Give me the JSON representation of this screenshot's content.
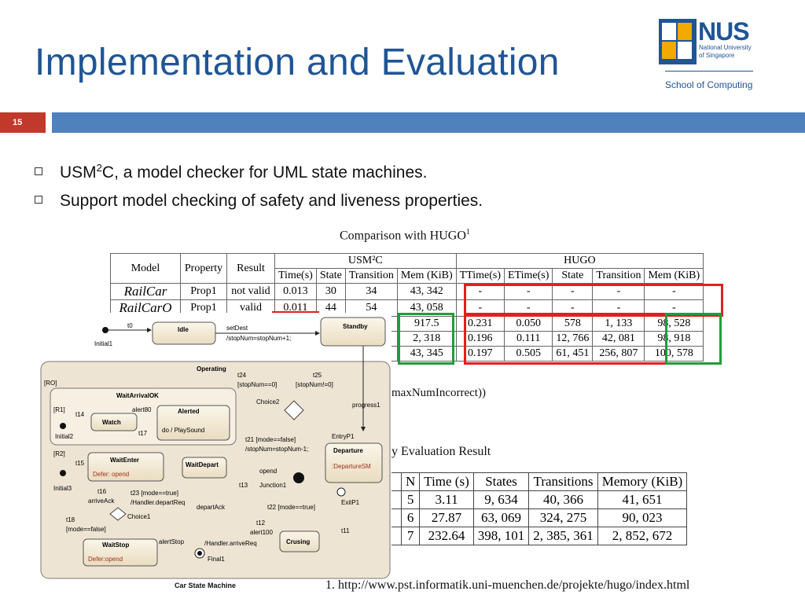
{
  "slide": {
    "title": "Implementation and Evaluation",
    "number": "15",
    "logo": {
      "name": "NUS",
      "subtitle_line1": "National University",
      "subtitle_line2": "of Singapore",
      "school": "School of Computing"
    }
  },
  "bullets": [
    {
      "pre": "USM",
      "sup": "2",
      "post": "C, a model checker for UML state machines."
    },
    {
      "pre": "Support model checking of safety and liveness properties.",
      "sup": "",
      "post": ""
    }
  ],
  "comparison": {
    "caption": "Comparison with HUGO",
    "caption_sup": "1",
    "group_usm": "USM²C",
    "group_hugo": "HUGO",
    "col_model": "Model",
    "col_property": "Property",
    "col_result": "Result",
    "usm_cols": [
      "Time(s)",
      "State",
      "Transition",
      "Mem (KiB)"
    ],
    "hugo_cols": [
      "TTime(s)",
      "ETime(s)",
      "State",
      "Transition",
      "Mem (KiB)"
    ],
    "rows": [
      {
        "model": "RailCar",
        "property": "Prop1",
        "result": "not valid",
        "usm": [
          "0.013",
          "30",
          "34",
          "43, 342"
        ],
        "hugo": [
          "-",
          "-",
          "-",
          "-",
          "-"
        ]
      },
      {
        "model": "RailCarO",
        "property": "Prop1",
        "result": "valid",
        "usm": [
          "0.011",
          "44",
          "54",
          "43, 058"
        ],
        "hugo": [
          "-",
          "-",
          "-",
          "-",
          "-"
        ]
      },
      {
        "model": "",
        "property": "",
        "result": "",
        "usm": [
          "",
          "",
          "",
          "917.5"
        ],
        "hugo": [
          "0.231",
          "0.050",
          "578",
          "1, 133",
          "98, 528"
        ]
      },
      {
        "model": "",
        "property": "",
        "result": "",
        "usm": [
          "",
          "",
          "",
          "2, 318"
        ],
        "hugo": [
          "0.196",
          "0.111",
          "12, 766",
          "42, 081",
          "98, 918"
        ]
      },
      {
        "model": "",
        "property": "",
        "result": "",
        "usm": [
          "",
          "",
          "",
          "43, 345"
        ],
        "hugo": [
          "0.197",
          "0.505",
          "61, 451",
          "256, 807",
          "100, 578"
        ]
      }
    ]
  },
  "property_fragment": "maxNumIncorrect))",
  "eval_caption": "y Evaluation Result",
  "evaluation": {
    "header_fragment": ")",
    "columns": [
      "N",
      "Time (s)",
      "States",
      "Transitions",
      "Memory (KiB)"
    ],
    "rows": [
      [
        "5",
        "3.11",
        "9, 634",
        "40, 366",
        "41, 651"
      ],
      [
        "6",
        "27.87",
        "63, 069",
        "324, 275",
        "90, 023"
      ],
      [
        "7",
        "232.64",
        "398, 101",
        "2, 385, 361",
        "2, 852, 672"
      ]
    ]
  },
  "diagram": {
    "caption": "Car State Machine",
    "states": {
      "idle": "Idle",
      "standby": "Standby",
      "operating": "Operating",
      "wait_arrival_ok": "WaitArrivalOK",
      "watch": "Watch",
      "alerted": "Alerted",
      "alerted_do": "do / PlaySound",
      "wait_enter": "WaitEnter",
      "wait_enter_defer": "Defer: opend",
      "wait_depart": "WaitDepart",
      "departure": "Departure",
      "departure_sm": ":DepartureSM",
      "wait_stop": "WaitStop",
      "wait_stop_defer": "Defer:opend",
      "crusing": "Crusing"
    },
    "regions": [
      "[RO]",
      "[R1]",
      "[R2]"
    ],
    "pseudo": {
      "initial1": "Initial1",
      "initial2": "Initial2",
      "initial3": "Initial3",
      "choice1": "Choice1",
      "choice2": "Choice2",
      "junction1": "Junction1",
      "final1": "Final1",
      "entryp1": "EntryP1",
      "exitp1": "ExitP1"
    },
    "labels": {
      "t0": "t0",
      "setdest": "setDest",
      "stopnum_plus": "/stopNum=stopNum+1;",
      "t24": "t24",
      "mode0": "[stopNum==0]",
      "t25": "t25",
      "mode_ne0": "[stopNum!=0]",
      "progress1": "progress1",
      "t14": "t14",
      "alert80": "alert80",
      "t17": "t17",
      "t15": "t15",
      "t16": "t16",
      "arriveack": "arriveAck",
      "t23": "t23 [mode==true]",
      "handler_depart": "/Handler.departReq",
      "departack": "departAck",
      "t21": "t21 [mode==false]",
      "stopnum_minus": "/stopNum=stopNum-1;",
      "opend": "opend",
      "t13": "t13",
      "t22": "t22 [mode==true]",
      "t18": "t18",
      "mode_false": "[mode==false]",
      "alertstop": "alertStop",
      "handler_arrive": "/Handler.arriveReq",
      "t12": "t12",
      "alert100": "alert100",
      "t11": "t11"
    }
  },
  "footnote": "1. http://www.pst.informatik.uni-muenchen.de/projekte/hugo/index.html"
}
